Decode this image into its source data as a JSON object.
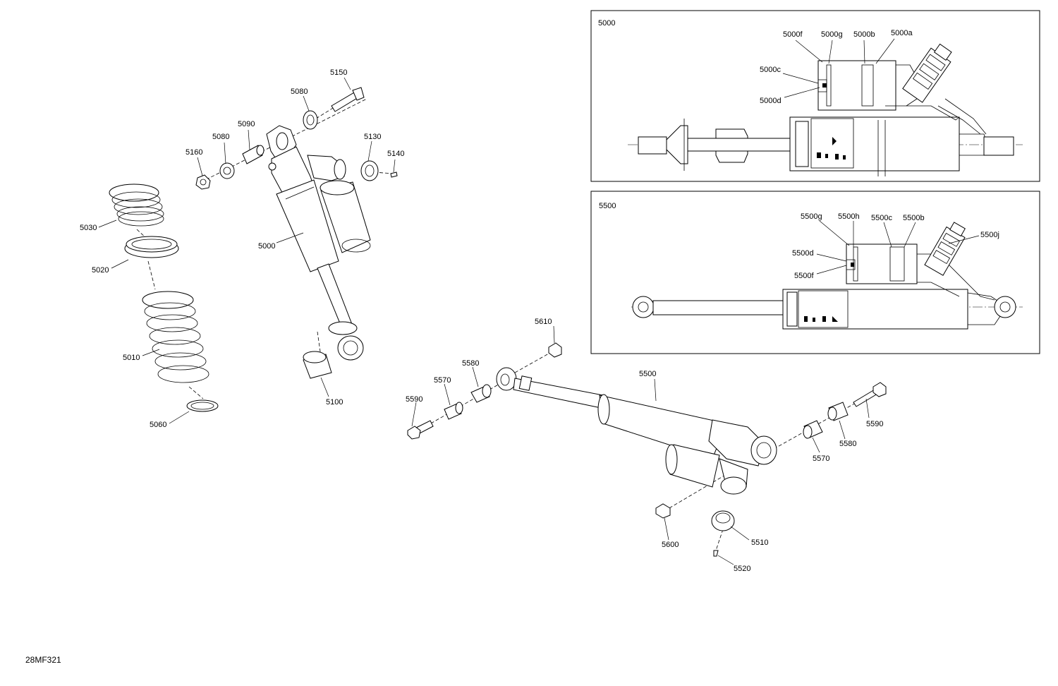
{
  "drawing_code": "28MF321",
  "inset_front": {
    "title": "5000",
    "labels": [
      "5000f",
      "5000g",
      "5000b",
      "5000a",
      "5000c",
      "5000d"
    ]
  },
  "inset_rear": {
    "title": "5500",
    "labels": [
      "5500g",
      "5500h",
      "5500c",
      "5500b",
      "5500j",
      "5500d",
      "5500f"
    ]
  },
  "front_shock_labels": [
    "5150",
    "5080",
    "5090",
    "5080",
    "5130",
    "5160",
    "5140",
    "5030",
    "5000",
    "5020",
    "5010",
    "5100",
    "5060"
  ],
  "rear_shock_labels": [
    "5610",
    "5580",
    "5500",
    "5570",
    "5590",
    "5590",
    "5580",
    "5570",
    "5600",
    "5510",
    "5520"
  ]
}
